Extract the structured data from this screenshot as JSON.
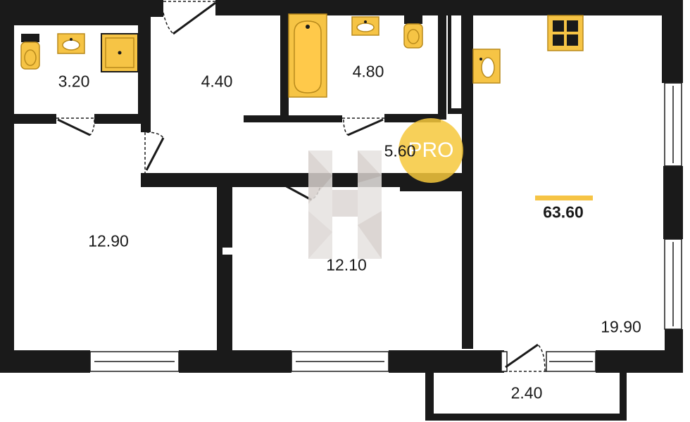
{
  "rooms": [
    {
      "id": "bathroom-small",
      "area": "3.20"
    },
    {
      "id": "hallway",
      "area": "4.40"
    },
    {
      "id": "bathroom",
      "area": "4.80"
    },
    {
      "id": "corridor",
      "area": "5.60"
    },
    {
      "id": "bedroom-left",
      "area": "12.90"
    },
    {
      "id": "bedroom-middle",
      "area": "12.10"
    },
    {
      "id": "kitchen-living",
      "area": "19.90"
    },
    {
      "id": "balcony",
      "area": "2.40"
    }
  ],
  "total_area": "63.60",
  "badge": {
    "text": "PRO"
  },
  "colors": {
    "wall": "#1a1a1a",
    "fixture": "#f6c445",
    "fixture_stroke": "#b88a1c",
    "accent_bar": "#f6c445",
    "window": "#ffffff"
  },
  "watermark": "H-logo"
}
